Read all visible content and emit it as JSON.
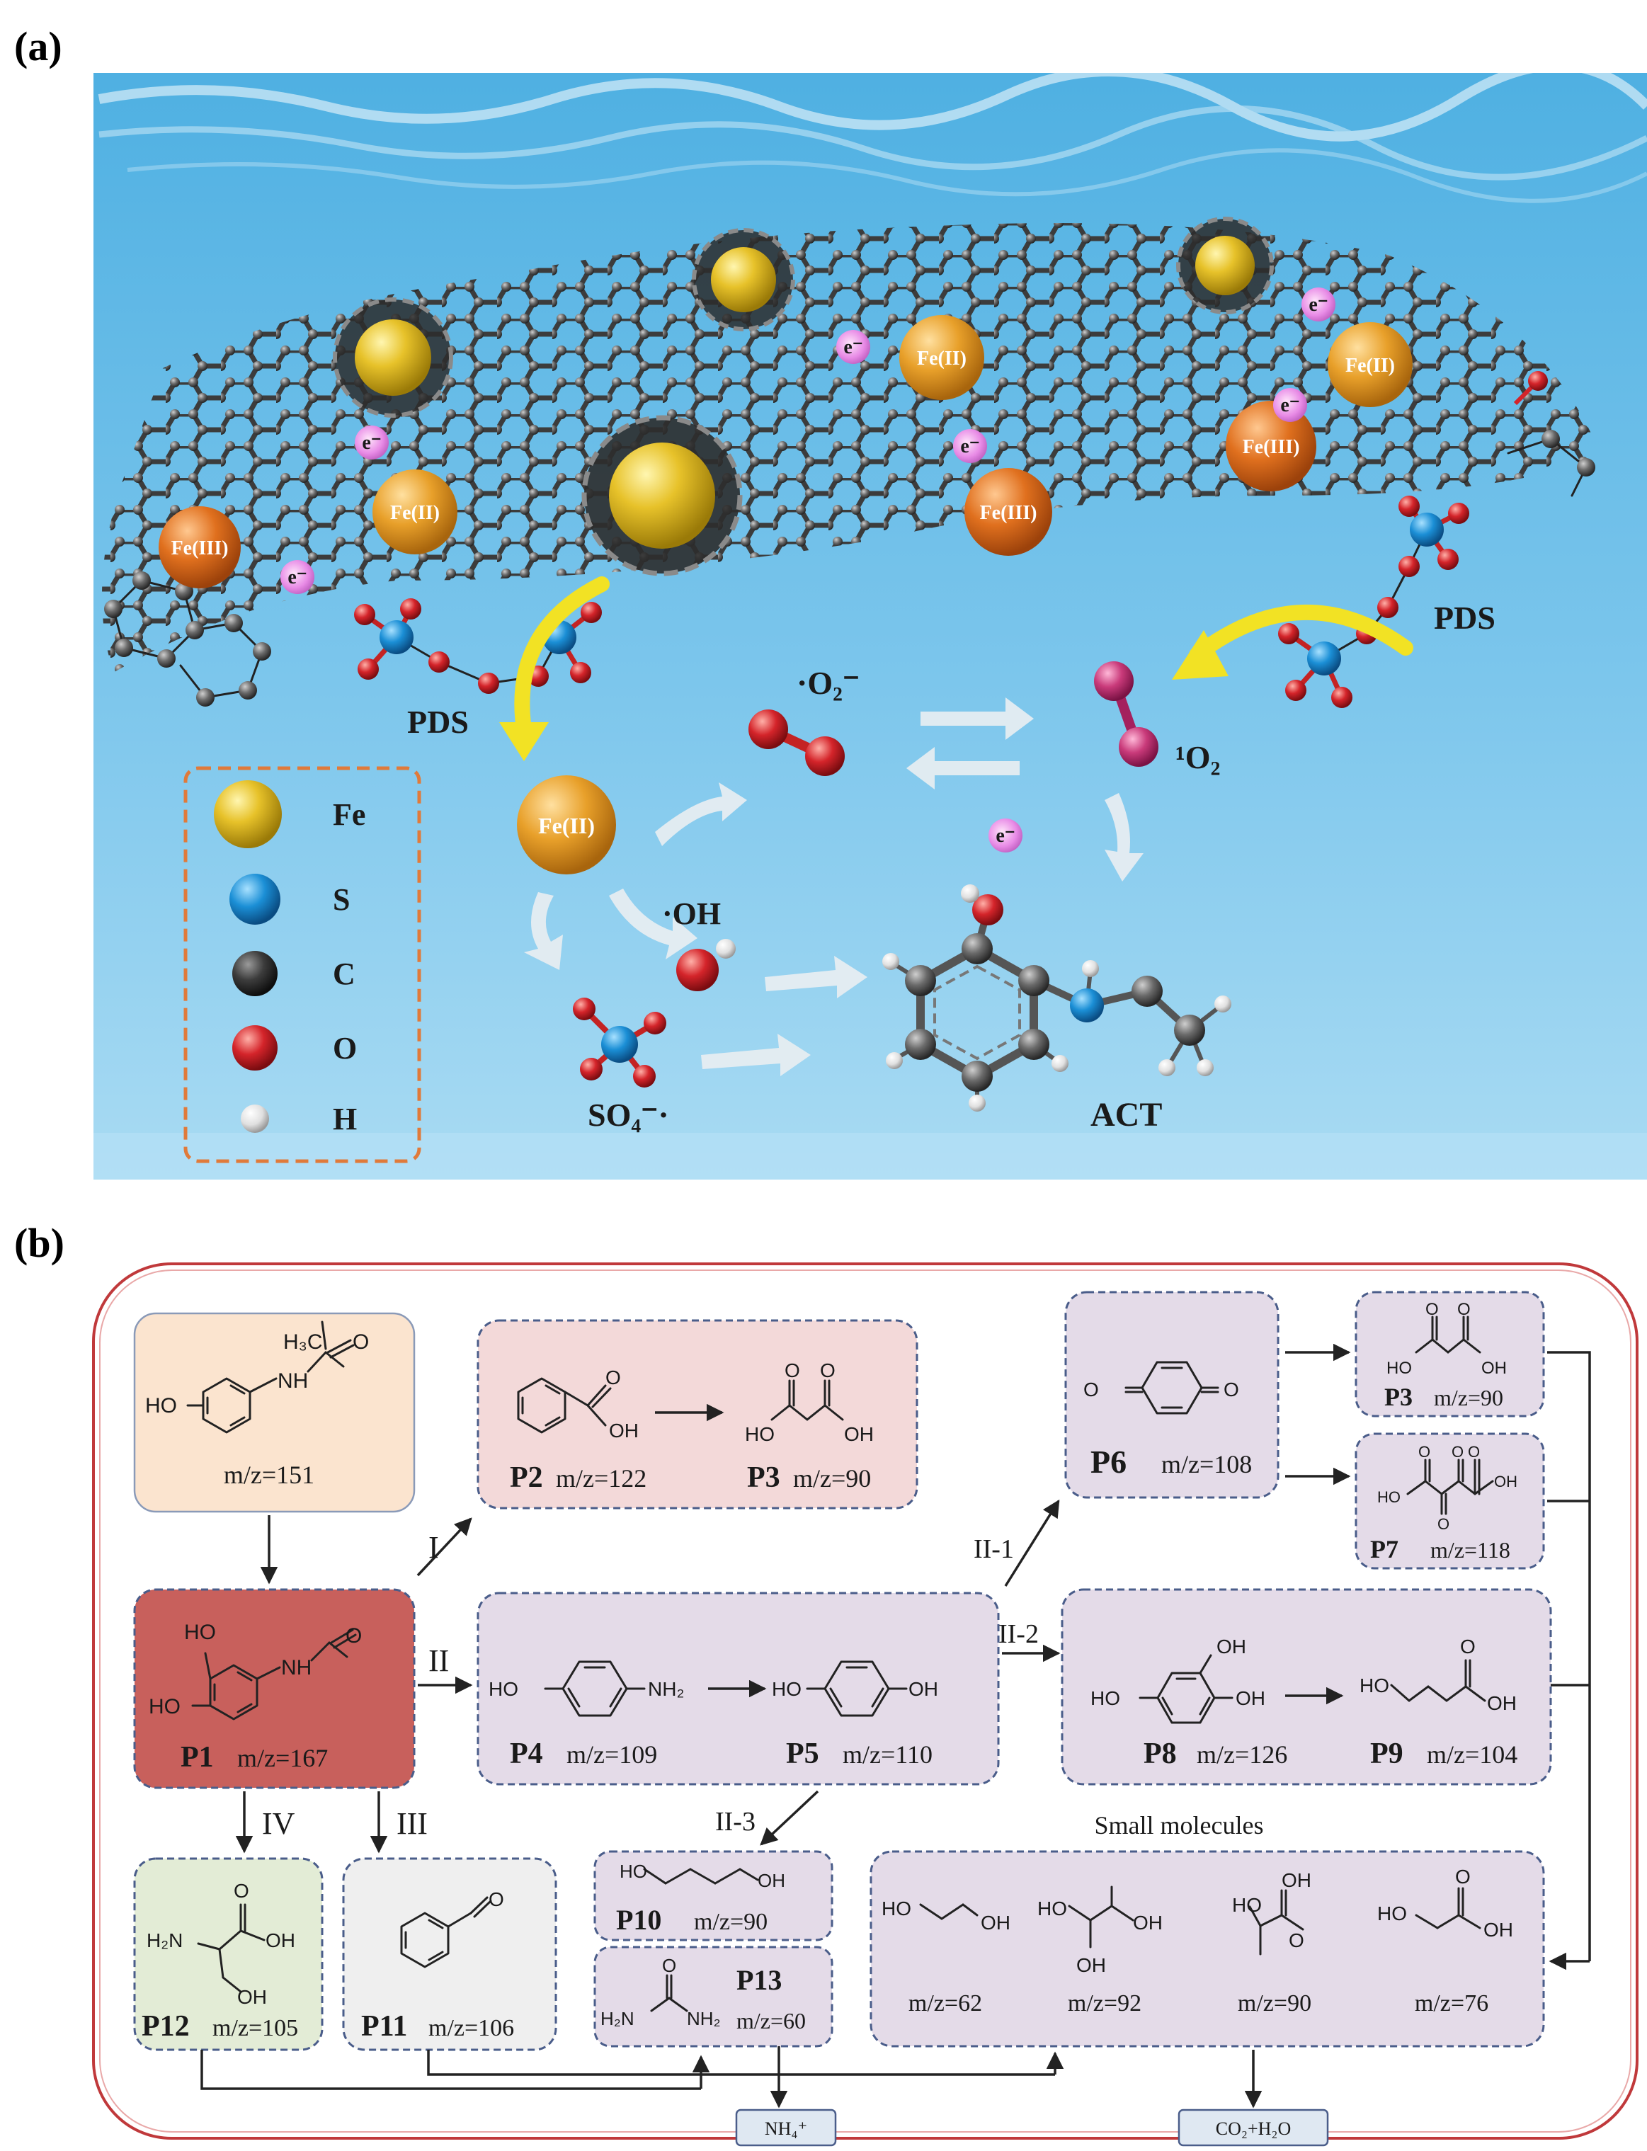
{
  "panel_a": {
    "letter": "(a)",
    "labels": {
      "fe2": "Fe(II)",
      "fe3": "Fe(III)",
      "electron": "e⁻",
      "pds": "PDS",
      "superoxide": "·O₂⁻",
      "singlet_oxygen": "¹O₂",
      "hydroxyl": "·OH",
      "sulfate_radical": "SO₄⁻·",
      "act": "ACT"
    },
    "legend": [
      {
        "label": "Fe",
        "color": "#e7c22a"
      },
      {
        "label": "S",
        "color": "#1b8fd6"
      },
      {
        "label": "C",
        "color": "#333333"
      },
      {
        "label": "O",
        "color": "#d4242a"
      },
      {
        "label": "H",
        "color": "#e8e8e8"
      }
    ],
    "colors": {
      "water_top": "#4fb0e2",
      "water_bottom": "#a9dbf3",
      "fe2": "#e8a02a",
      "fe3": "#e0701e",
      "electron": "#e88be6",
      "arrow_yellow": "#f2e224"
    }
  },
  "panel_b": {
    "letter": "(b)",
    "parent": {
      "mz": "m/z=151"
    },
    "pathways": {
      "I": "I",
      "II": "II",
      "III": "III",
      "IV": "IV",
      "II1": "II-1",
      "II2": "II-2",
      "II3": "II-3"
    },
    "products": {
      "P1": {
        "name": "P1",
        "mz": "m/z=167"
      },
      "P2": {
        "name": "P2",
        "mz": "m/z=122"
      },
      "P3a": {
        "name": "P3",
        "mz": "m/z=90"
      },
      "P3b": {
        "name": "P3",
        "mz": "m/z=90"
      },
      "P4": {
        "name": "P4",
        "mz": "m/z=109"
      },
      "P5": {
        "name": "P5",
        "mz": "m/z=110"
      },
      "P6": {
        "name": "P6",
        "mz": "m/z=108"
      },
      "P7": {
        "name": "P7",
        "mz": "m/z=118"
      },
      "P8": {
        "name": "P8",
        "mz": "m/z=126"
      },
      "P9": {
        "name": "P9",
        "mz": "m/z=104"
      },
      "P10": {
        "name": "P10",
        "mz": "m/z=90"
      },
      "P11": {
        "name": "P11",
        "mz": "m/z=106"
      },
      "P12": {
        "name": "P12",
        "mz": "m/z=105"
      },
      "P13": {
        "name": "P13",
        "mz": "m/z=60"
      }
    },
    "small_molecules": {
      "title": "Small molecules",
      "items": [
        "m/z=62",
        "m/z=92",
        "m/z=90",
        "m/z=76"
      ]
    },
    "endpoints": {
      "nh4": "NH₄⁺",
      "co2_h2o": "CO₂+H₂O"
    },
    "atoms": {
      "HO": "HO",
      "OH": "OH",
      "O": "O",
      "NH": "NH",
      "NH2": "NH₂",
      "H2N": "H₂N",
      "H3C": "H₃C"
    },
    "colors": {
      "outer_border": "#c0393b",
      "parent_fill": "#fbe4cf",
      "p1_fill": "#c8605c",
      "pink_fill": "#f3d9d9",
      "purple_fill": "#e4dbe8",
      "green_fill": "#e3ecd6",
      "grey_fill": "#efefef",
      "dash_border": "#4a5d8a",
      "pathway_I": "#d79a9a",
      "pathway_II": "#7b5aa6",
      "pathway_III": "#888888",
      "pathway_IV": "#8fb24a"
    }
  }
}
